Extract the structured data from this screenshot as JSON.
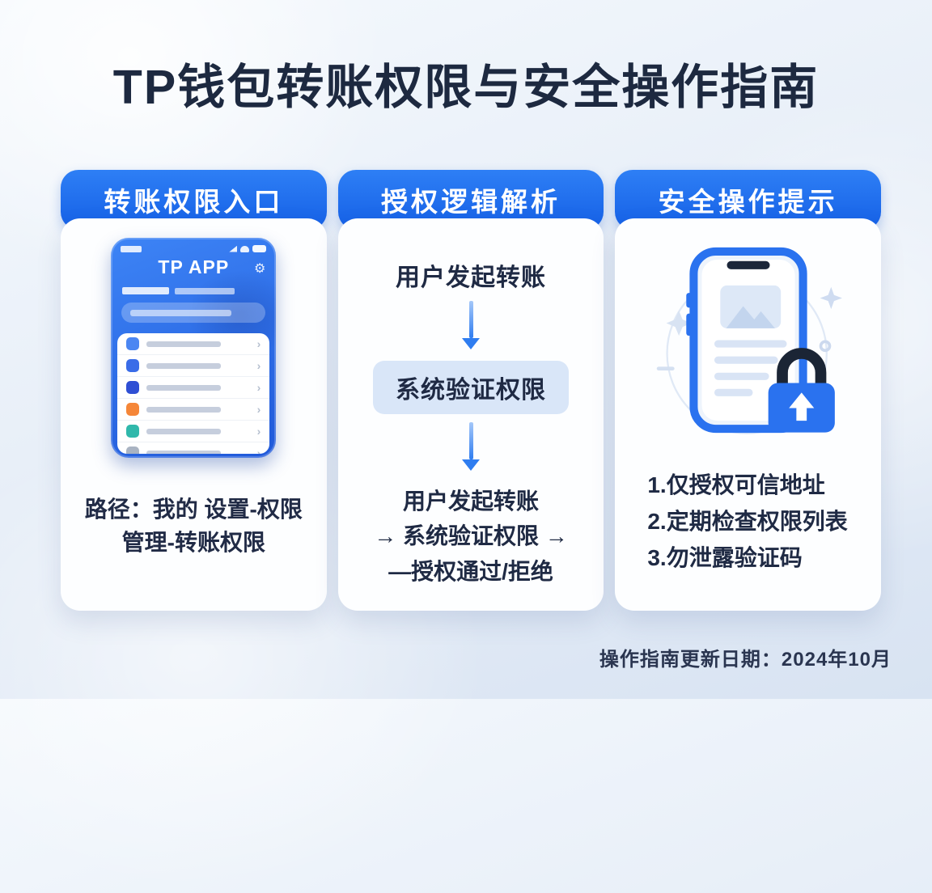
{
  "page": {
    "title": "TP钱包转账权限与安全操作指南",
    "footer": "操作指南更新日期：2024年10月",
    "colors": {
      "accent_blue": "#1a6cf0",
      "title_text": "#1d2940",
      "flow_box_bg": "#d9e6f8",
      "arrow_blue": "#2f7df0"
    }
  },
  "cards": {
    "entry": {
      "header": "转账权限入口",
      "phone": {
        "app_title": "TP APP",
        "gear_glyph": "⚙",
        "chevron_glyph": "›",
        "list_icon_colors": [
          "#4b86f2",
          "#3a6ce8",
          "#2f4fd4",
          "#f58638",
          "#30b8ab",
          "#a9b3c2"
        ]
      },
      "path_line1": "路径：我的 设置-权限",
      "path_line2": "管理-转账权限"
    },
    "logic": {
      "header": "授权逻辑解析",
      "step1": "用户发起转账",
      "step2": "系统验证权限",
      "summary_line1": "用户发起转账",
      "summary_line2": "→ 系统验证权限 →",
      "summary_line3": "—授权通过/拒绝"
    },
    "safety": {
      "header": "安全操作提示",
      "tips": [
        "1.仅授权可信地址",
        "2.定期检查权限列表",
        "3.勿泄露验证码"
      ]
    }
  }
}
